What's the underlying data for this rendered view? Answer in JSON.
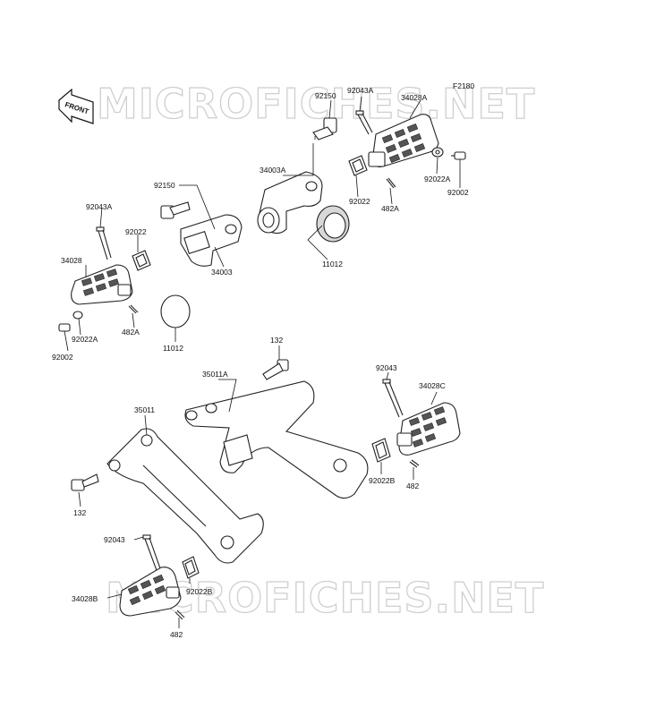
{
  "figure_code": "F2180",
  "direction_label": "FRONT",
  "watermark": "MICROFICHES.NET",
  "parts": [
    {
      "id": "92150_top",
      "label": "92150"
    },
    {
      "id": "92043A_top",
      "label": "92043A"
    },
    {
      "id": "34028A",
      "label": "34028A"
    },
    {
      "id": "34003A",
      "label": "34003A"
    },
    {
      "id": "92022_right",
      "label": "92022"
    },
    {
      "id": "482A_right",
      "label": "482A"
    },
    {
      "id": "92022A_right",
      "label": "92022A"
    },
    {
      "id": "92002_right",
      "label": "92002"
    },
    {
      "id": "11012_right",
      "label": "11012"
    },
    {
      "id": "92150_left",
      "label": "92150"
    },
    {
      "id": "92043A_left",
      "label": "92043A"
    },
    {
      "id": "92022_left",
      "label": "92022"
    },
    {
      "id": "34003",
      "label": "34003"
    },
    {
      "id": "34028",
      "label": "34028"
    },
    {
      "id": "482A_left",
      "label": "482A"
    },
    {
      "id": "92022A_left",
      "label": "92022A"
    },
    {
      "id": "92002_left",
      "label": "92002"
    },
    {
      "id": "11012_left",
      "label": "11012"
    },
    {
      "id": "132_top",
      "label": "132"
    },
    {
      "id": "35011A",
      "label": "35011A"
    },
    {
      "id": "35011",
      "label": "35011"
    },
    {
      "id": "92043_right",
      "label": "92043"
    },
    {
      "id": "34028C",
      "label": "34028C"
    },
    {
      "id": "92022B_right",
      "label": "92022B"
    },
    {
      "id": "482_right",
      "label": "482"
    },
    {
      "id": "132_left",
      "label": "132"
    },
    {
      "id": "92043_bottom",
      "label": "92043"
    },
    {
      "id": "34028B",
      "label": "34028B"
    },
    {
      "id": "92022B_bottom",
      "label": "92022B"
    },
    {
      "id": "482_bottom",
      "label": "482"
    }
  ]
}
